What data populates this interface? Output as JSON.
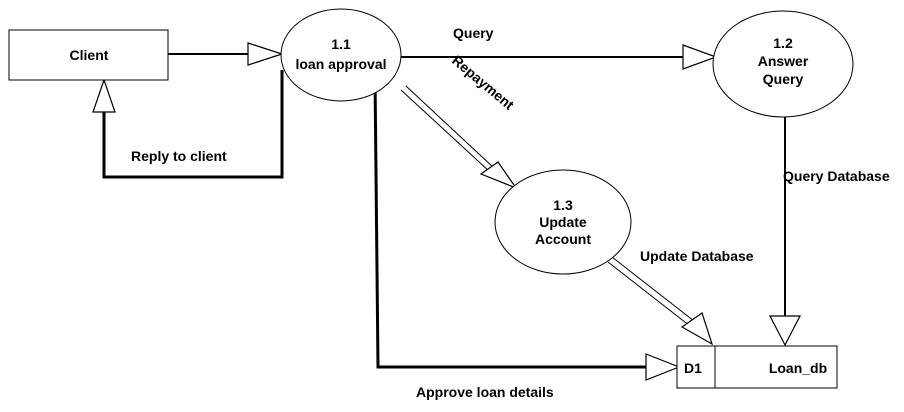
{
  "diagram": {
    "entities": {
      "client": {
        "label": "Client"
      }
    },
    "processes": [
      {
        "id": "1.1",
        "name": "loan approval"
      },
      {
        "id": "1.2",
        "name_lines": [
          "Answer",
          "Query"
        ]
      },
      {
        "id": "1.3",
        "name_lines": [
          "Update",
          "Account"
        ]
      }
    ],
    "datastore": {
      "id": "D1",
      "name": "Loan_db"
    },
    "flows": {
      "query": "Query",
      "repayment": "Repayment",
      "reply_to_client": "Reply to client",
      "query_database": "Query Database",
      "update_database": "Update Database",
      "approve_loan_details": "Approve loan details"
    }
  }
}
